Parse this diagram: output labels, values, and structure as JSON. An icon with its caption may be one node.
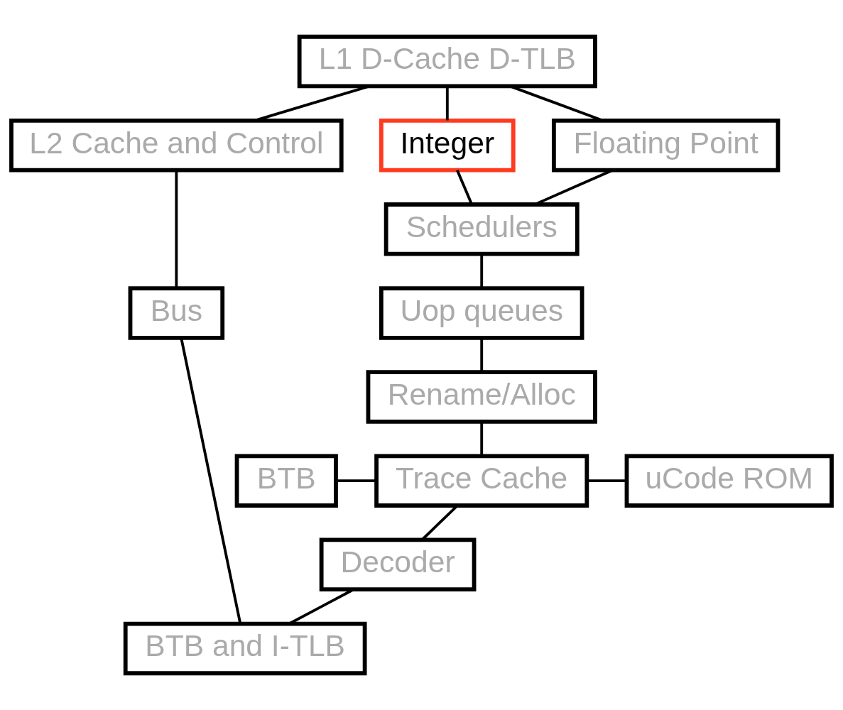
{
  "diagram": {
    "nodes": [
      {
        "text": [
          "L1 D-Cache D-TLB"
        ]
      },
      {
        "text": [
          "L2 Cache and Control"
        ]
      },
      {
        "text": [
          "Integer"
        ]
      },
      {
        "text": [
          "Floating Point"
        ]
      },
      {
        "text": [
          "Schedulers"
        ]
      },
      {
        "text": [
          "Uop queues"
        ]
      },
      {
        "text": [
          "Rename/Alloc"
        ]
      },
      {
        "text": [
          "BTB"
        ]
      },
      {
        "text": [
          "Trace Cache"
        ]
      },
      {
        "text": [
          "uCode ROM"
        ]
      },
      {
        "text": [
          "Decoder"
        ]
      },
      {
        "text": [
          "Bus"
        ]
      },
      {
        "text": [
          "BTB and I-TLB"
        ]
      }
    ],
    "edges": [
      {
        "from": 0,
        "to": 1,
        "arrow": "none"
      },
      {
        "from": 0,
        "to": 2,
        "arrow": "none"
      },
      {
        "from": 0,
        "to": 3,
        "arrow": "none"
      },
      {
        "from": 2,
        "to": 4,
        "arrow": "none"
      },
      {
        "from": 3,
        "to": 4,
        "arrow": "none"
      },
      {
        "from": 4,
        "to": 5,
        "arrow": "none"
      },
      {
        "from": 5,
        "to": 6,
        "arrow": "none"
      },
      {
        "from": 6,
        "to": 8,
        "arrow": "none"
      },
      {
        "from": 7,
        "to": 8,
        "arrow": "none"
      },
      {
        "from": 8,
        "to": 9,
        "arrow": "none"
      },
      {
        "from": 8,
        "to": 10,
        "arrow": "none"
      },
      {
        "from": 10,
        "to": 12,
        "arrow": "none"
      },
      {
        "from": 1,
        "to": 11,
        "arrow": "none"
      },
      {
        "from": 11,
        "to": 12,
        "arrow": "none"
      }
    ]
  }
}
